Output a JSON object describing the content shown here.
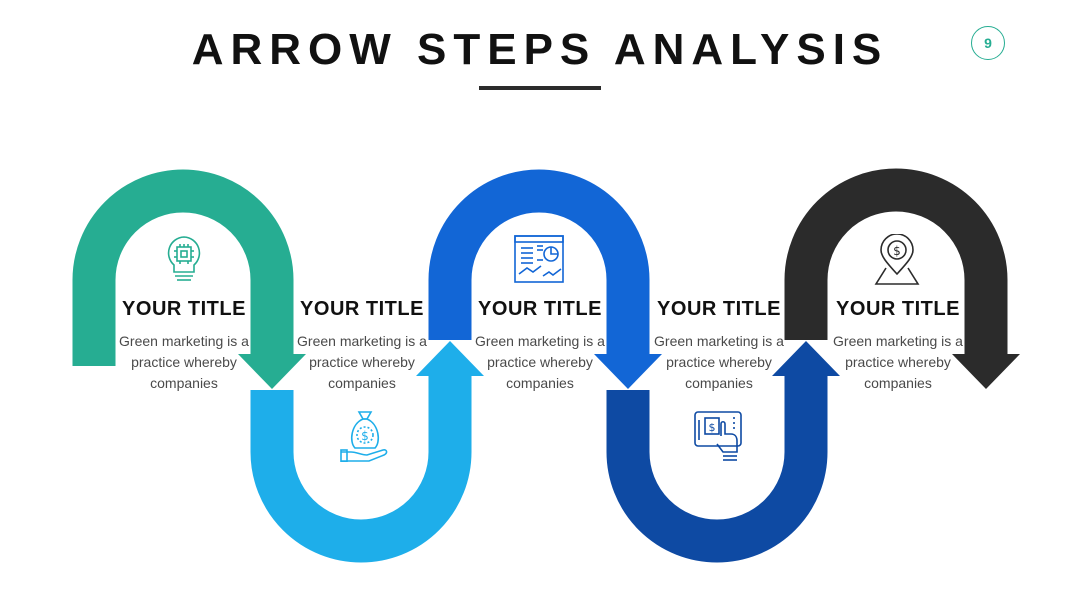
{
  "slide": {
    "title": "ARROW STEPS ANALYSIS",
    "page_number": "9"
  },
  "steps": [
    {
      "title": "YOUR TITLE",
      "description": "Green marketing is a practice whereby companies",
      "color": "#26ad92",
      "icon": "lightbulb-chip-icon"
    },
    {
      "title": "YOUR TITLE",
      "description": "Green marketing is a practice whereby companies",
      "color": "#1eaeea",
      "icon": "money-bag-hand-icon"
    },
    {
      "title": "YOUR TITLE",
      "description": "Green marketing is a practice whereby companies",
      "color": "#1266d6",
      "icon": "report-document-icon"
    },
    {
      "title": "YOUR TITLE",
      "description": "Green marketing is a practice whereby companies",
      "color": "#0e4aa3",
      "icon": "payment-terminal-icon"
    },
    {
      "title": "YOUR TITLE",
      "description": "Green marketing is a practice whereby companies",
      "color": "#2b2b2b",
      "icon": "location-pin-dollar-icon"
    }
  ]
}
